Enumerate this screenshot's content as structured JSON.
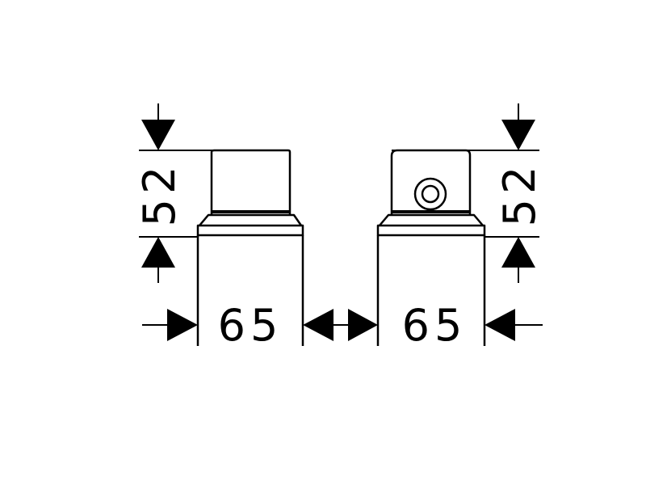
{
  "dimensions": {
    "left_height": "52",
    "right_height": "52",
    "left_width": "65",
    "right_width": "65"
  },
  "colors": {
    "line": "#000000",
    "background": "#ffffff"
  }
}
